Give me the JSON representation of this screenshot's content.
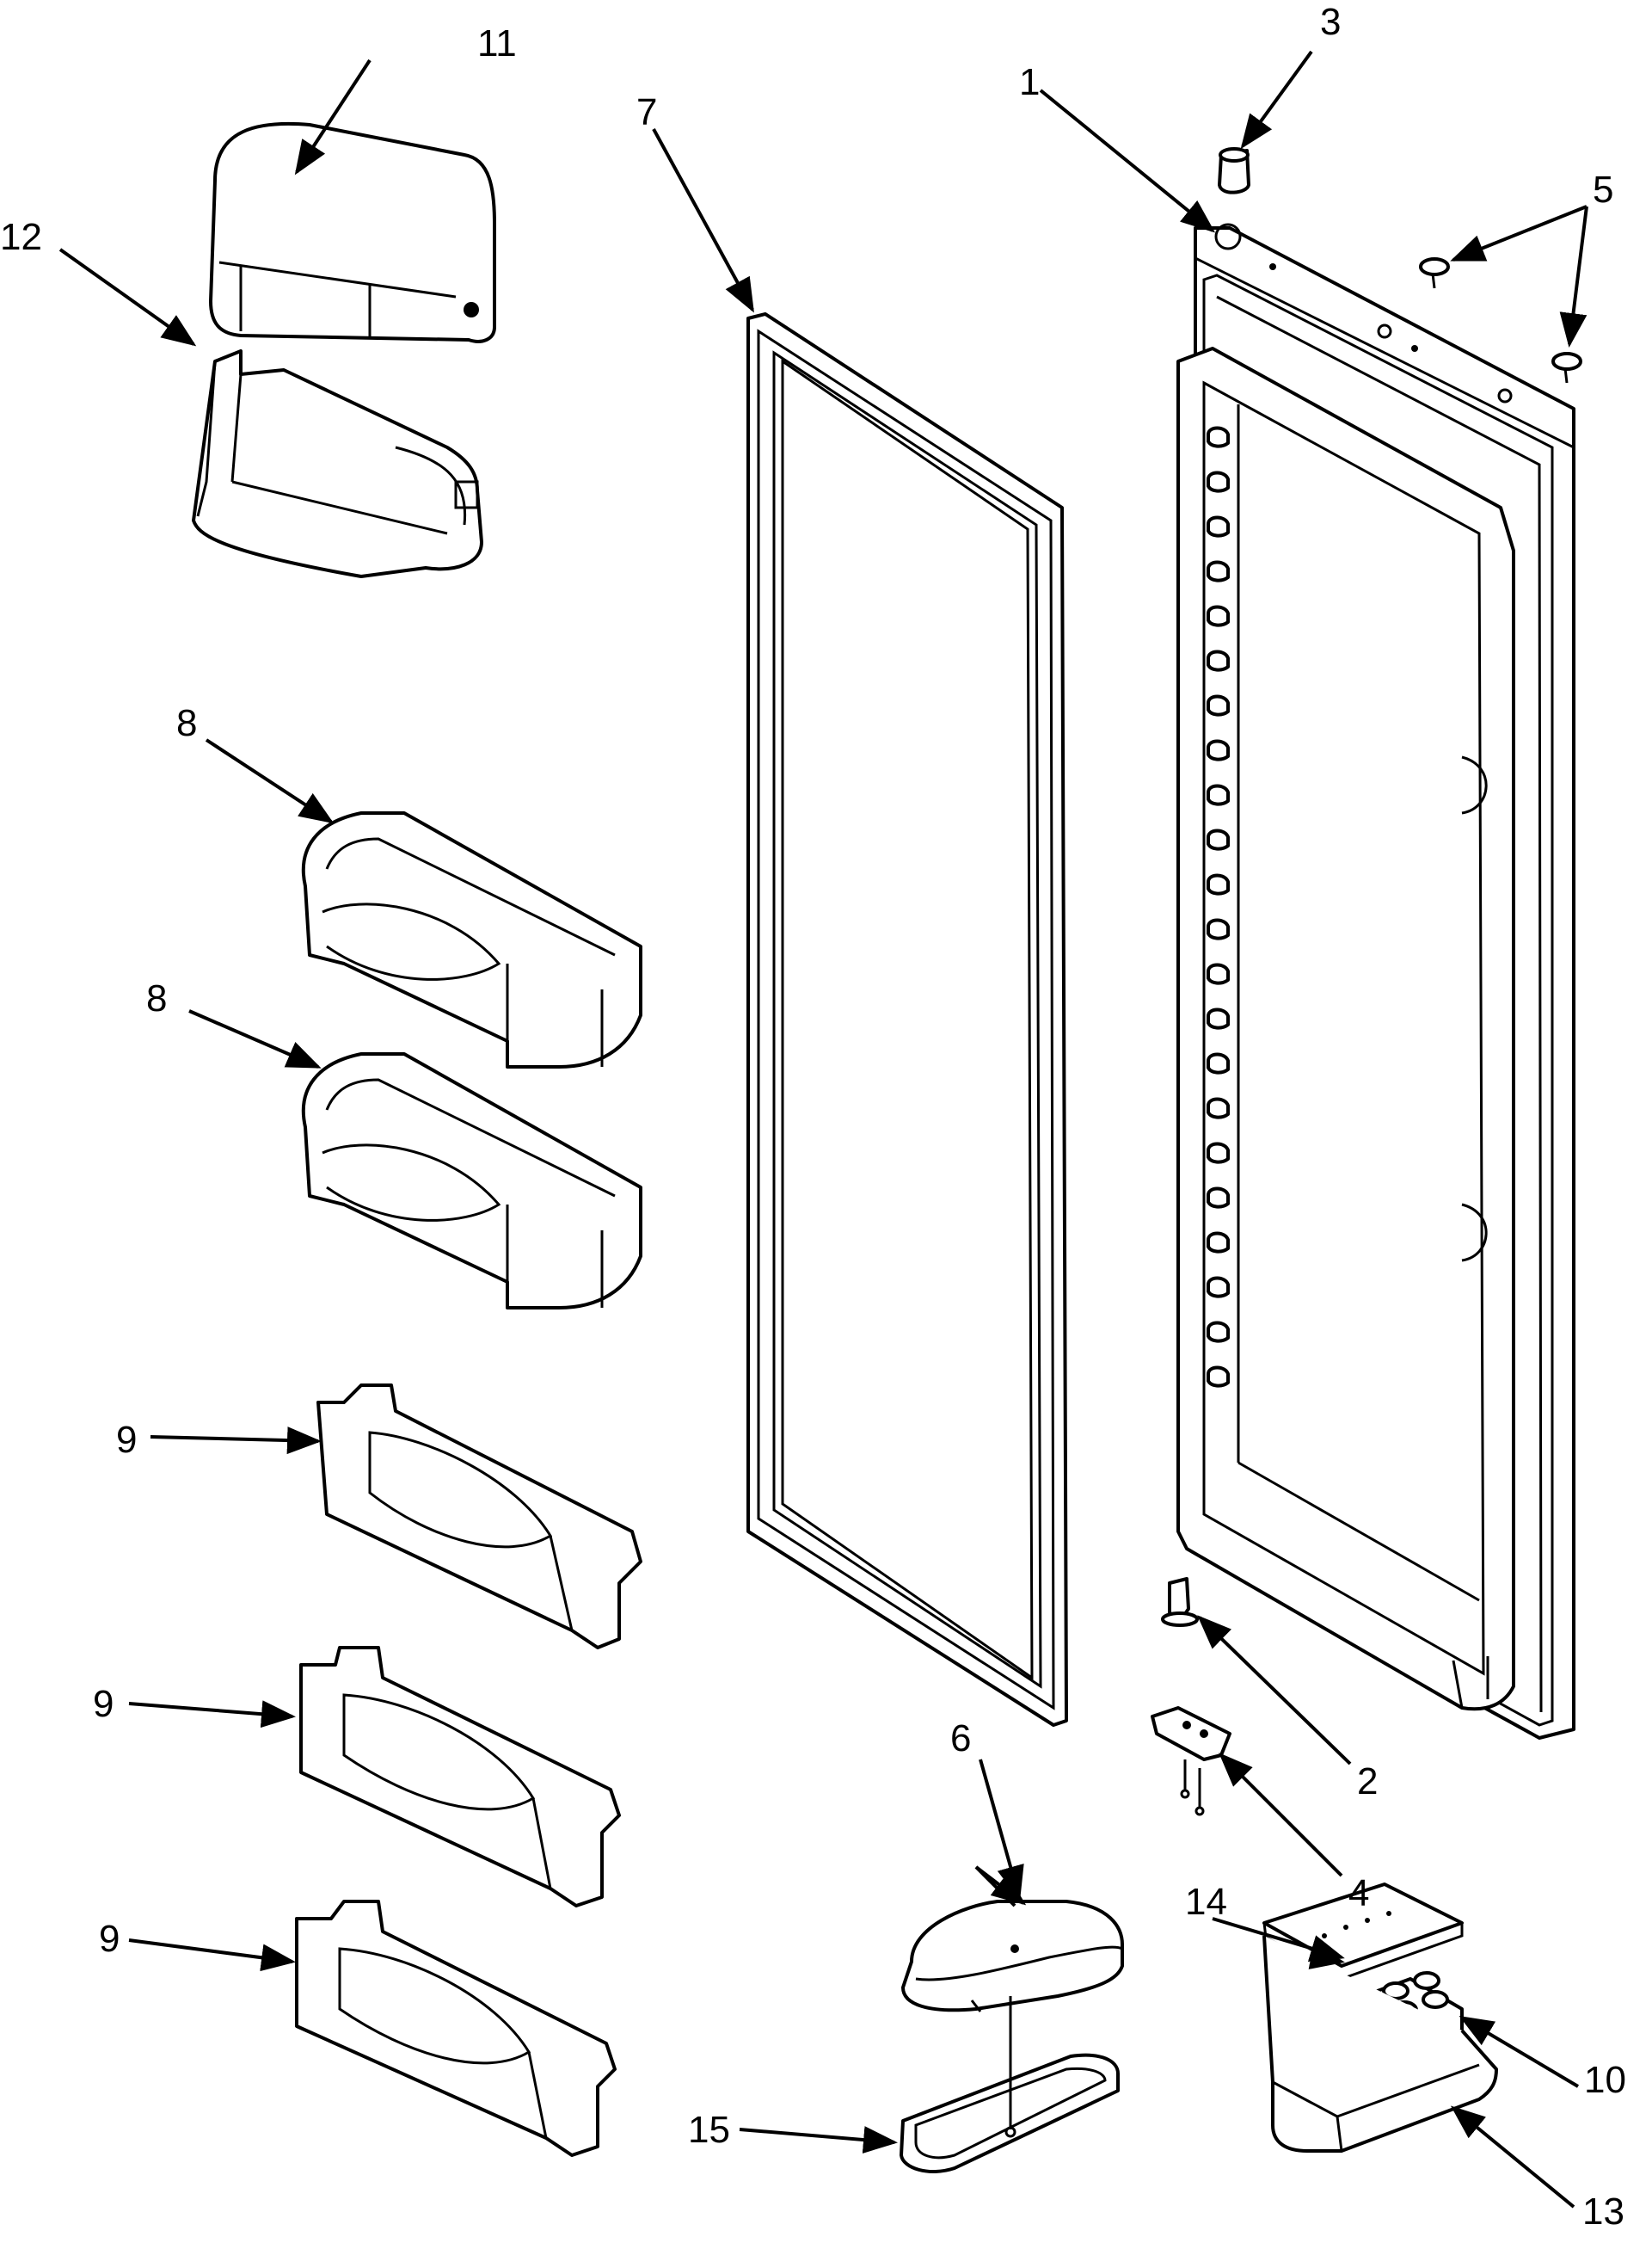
{
  "callouts": {
    "c1": "1",
    "c2": "2",
    "c3": "3",
    "c4": "4",
    "c5": "5",
    "c6": "6",
    "c7": "7",
    "c8a": "8",
    "c8b": "8",
    "c9a": "9",
    "c9b": "9",
    "c9c": "9",
    "c10": "10",
    "c11": "11",
    "c12": "12",
    "c13": "13",
    "c14": "14",
    "c15": "15"
  },
  "colors": {
    "line": "#000000",
    "background": "#ffffff",
    "fill": "#ffffff"
  }
}
